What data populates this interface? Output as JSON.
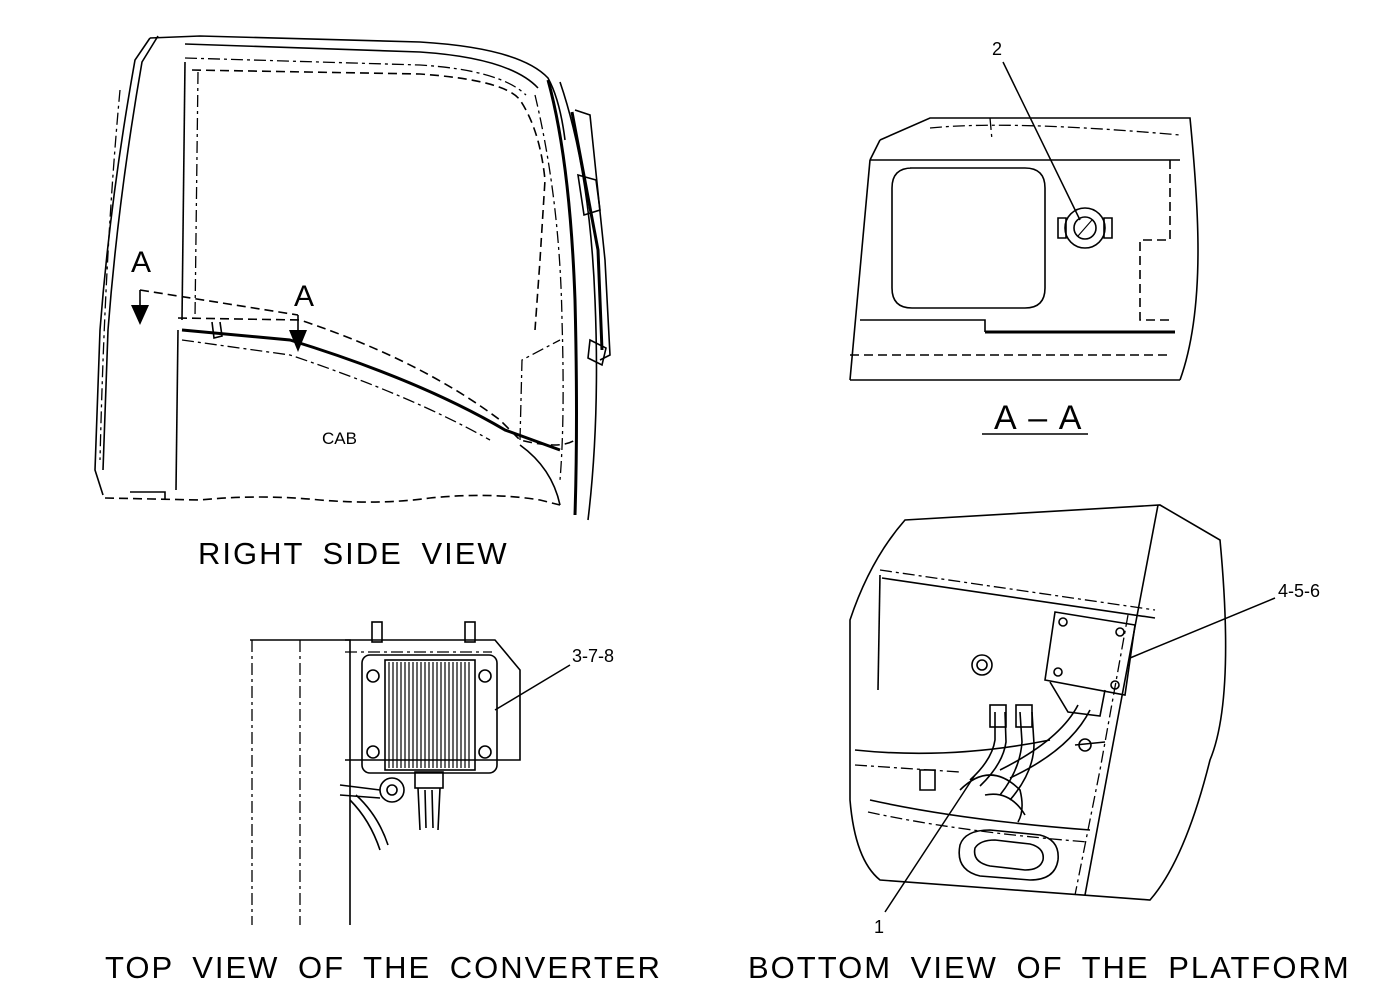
{
  "views": {
    "right_side": {
      "caption": "RIGHT SIDE VIEW",
      "cab_label": "CAB",
      "section_marker": "A"
    },
    "section": {
      "caption": "A – A"
    },
    "converter": {
      "caption": "TOP VIEW OF THE CONVERTER"
    },
    "platform": {
      "caption": "BOTTOM VIEW OF THE PLATFORM"
    }
  },
  "callouts": {
    "section_part": "2",
    "converter": "3-7-8",
    "platform_bracket": "4-5-6",
    "platform_harness": "1"
  }
}
